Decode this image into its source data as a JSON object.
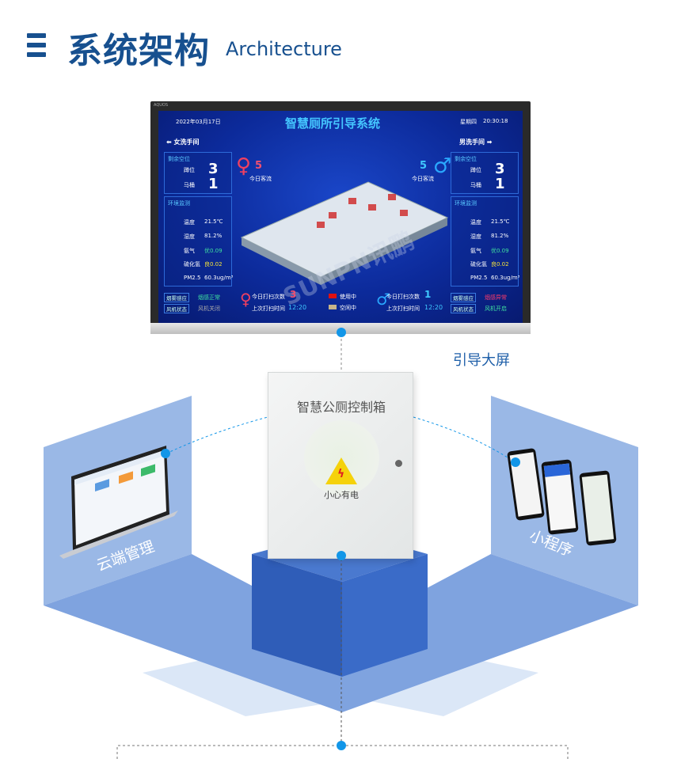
{
  "header": {
    "title": "系统架构",
    "subtitle": "Architecture",
    "icon": "menu-icon"
  },
  "colors": {
    "brand": "#17508f",
    "accent": "#1296e8",
    "panel": "#9ab8e6"
  },
  "screen": {
    "brand": "AQUOS",
    "date": "2022年03月17日",
    "title": "智慧厕所引导系统",
    "weekday": "星期四",
    "time": "20:30:18",
    "female": {
      "heading": "女洗手间",
      "vacancy_title": "剩余空位",
      "squat_label": "蹲位",
      "squat_count": "3",
      "toilet_label": "马桶",
      "toilet_count": "1",
      "flow_count": "5",
      "flow_label": "今日客流",
      "env_title": "环境监测",
      "env": [
        {
          "label": "温度",
          "value": "21.5℃"
        },
        {
          "label": "湿度",
          "value": "81.2%"
        },
        {
          "label": "氨气",
          "value": "优0.09"
        },
        {
          "label": "硫化氢",
          "value": "良0.02"
        },
        {
          "label": "PM2.5",
          "value": "60.3ug/m³"
        }
      ],
      "smoke_label": "烟雾感应",
      "smoke_status": "烟感正常",
      "fan_label": "风机状态",
      "fan_status": "风机关闭",
      "clean_count_label": "今日打扫次数",
      "clean_count": "3",
      "last_clean_label": "上次打扫时间",
      "last_clean": "12:20"
    },
    "male": {
      "heading": "男洗手间",
      "vacancy_title": "剩余空位",
      "squat_label": "蹲位",
      "squat_count": "3",
      "toilet_label": "马桶",
      "toilet_count": "1",
      "flow_count": "5",
      "flow_label": "今日客流",
      "env_title": "环境监测",
      "env": [
        {
          "label": "温度",
          "value": "21.5℃"
        },
        {
          "label": "湿度",
          "value": "81.2%"
        },
        {
          "label": "氨气",
          "value": "优0.09"
        },
        {
          "label": "硫化氢",
          "value": "良0.02"
        },
        {
          "label": "PM2.5",
          "value": "60.3ug/m³"
        }
      ],
      "smoke_label": "烟雾感应",
      "smoke_status": "烟感异常",
      "fan_label": "风机状态",
      "fan_status": "风机开启",
      "clean_count_label": "今日打扫次数",
      "clean_count": "1",
      "last_clean_label": "上次打扫时间",
      "last_clean": "12:20"
    },
    "legend": {
      "in_use": "使用中",
      "idle": "空闲中"
    },
    "watermark": "SUNPN讯鹏"
  },
  "labels": {
    "screen": "引导大屏",
    "cloud": "云端管理",
    "mini_program": "小程序"
  },
  "control_box": {
    "title": "智慧公厕控制箱",
    "warning": "小心有电"
  }
}
